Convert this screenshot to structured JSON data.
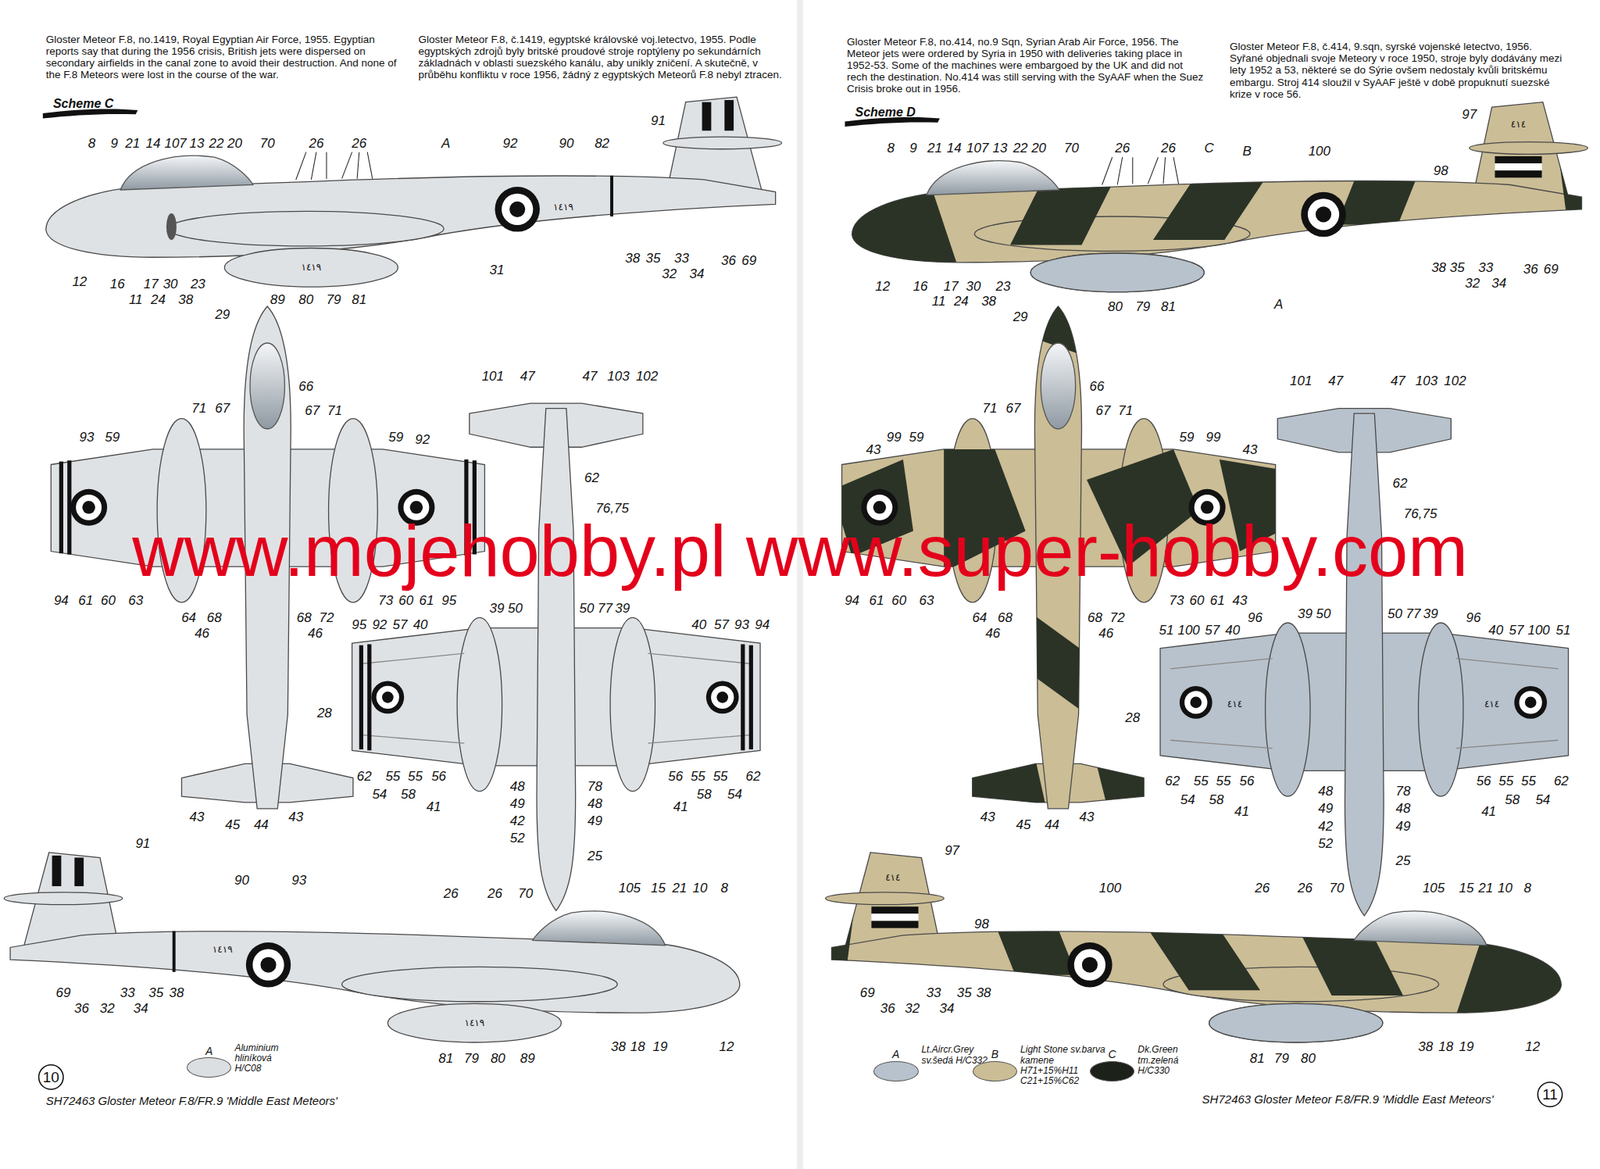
{
  "diagram": {
    "labels": [
      "Gloster Meteor F.8, no.1419, Royal Egyptian Air Force, 1955. Egyptian reports say that during the 1956 crisis, British jets were dispersed on secondary airfields in the canal zone to avoid their destruction. And none of the F.8 Meteors were lost in the course of the war.",
      "Gloster Meteor F.8, č.1419, egyptské královské voj.letectvo, 1955. Podle egyptských zdrojů byly britské proudové stroje roptýleny po sekundárních základnách v oblasti suezského kanálu, aby unikly zničení. A skutečně, v průběhu konfliktu v roce 1956, žádný z egyptských Meteorů F.8 nebyl ztracen.",
      "Scheme C",
      "Gloster Meteor F.8, no.414, no.9 Sqn, Syrian Arab Air Force, 1956. The Meteor jets were ordered by Syria in 1950 with deliveries taking place in 1952-53. Some of the machines were embargoed by the UK and did not rech the destination. No.414 was still serving with the SyAAF when the Suez Crisis broke out in 1956.",
      "Gloster Meteor F.8, č.414, 9.sqn, syrské vojenské letectvo, 1956. Syřané objednali svoje Meteory v roce 1950, stroje byly dodávány mezi lety 1952 a 53, některé se do Sýrie ovšem nedostaly kvůli britskému embargu. Stroj 414 sloužil v SyAAF ještě v době propuknutí suezské krize v roce 56.",
      "Scheme D",
      "www.mojehobby.pl www.super-hobby.com",
      "SH72463 Gloster Meteor F.8/FR.9 'Middle East Meteors'",
      "SH72463 Gloster Meteor F.8/FR.9 'Middle East Meteors'",
      "10",
      "11",
      "A",
      "A",
      "B",
      "C",
      "١٤١٩",
      "١٤١٩",
      "١٤١٩",
      "١٤١٩",
      "٤١٤",
      "٤١٤",
      "٤١٤",
      "٤١٤",
      "8",
      "9",
      "21",
      "14",
      "107",
      "13",
      "22",
      "20",
      "70",
      "26",
      "26",
      "A",
      "92",
      "90",
      "82",
      "91",
      "12",
      "16",
      "11",
      "17",
      "24",
      "30",
      "38",
      "23",
      "89",
      "80",
      "79",
      "81",
      "31",
      "38",
      "35",
      "33",
      "32",
      "34",
      "36",
      "69",
      "29",
      "66",
      "93",
      "59",
      "71",
      "67",
      "67",
      "71",
      "59",
      "92",
      "94",
      "61",
      "60",
      "63",
      "73",
      "60",
      "61",
      "95",
      "64",
      "68",
      "46",
      "68",
      "72",
      "46",
      "43",
      "45",
      "44",
      "43",
      "101",
      "47",
      "47",
      "103",
      "102",
      "62",
      "76,75",
      "39",
      "50",
      "50",
      "77",
      "39",
      "95",
      "92",
      "57",
      "40",
      "40",
      "57",
      "93",
      "94",
      "28",
      "62",
      "55",
      "55",
      "56",
      "54",
      "58",
      "56",
      "55",
      "55",
      "62",
      "58",
      "54",
      "41",
      "48",
      "49",
      "42",
      "52",
      "78",
      "48",
      "49",
      "41",
      "25",
      "91",
      "90",
      "93",
      "26",
      "26",
      "70",
      "105",
      "15",
      "21",
      "10",
      "8",
      "69",
      "36",
      "32",
      "33",
      "34",
      "35",
      "38",
      "81",
      "79",
      "80",
      "89",
      "38",
      "18",
      "19",
      "12",
      "8",
      "9",
      "21",
      "14",
      "107",
      "13",
      "22",
      "20",
      "70",
      "26",
      "26",
      "C",
      "B",
      "100",
      "97",
      "98",
      "12",
      "16",
      "17",
      "30",
      "23",
      "11",
      "24",
      "38",
      "80",
      "79",
      "81",
      "A",
      "38",
      "35",
      "33",
      "32",
      "34",
      "36",
      "69",
      "29",
      "66",
      "43",
      "99",
      "59",
      "71",
      "67",
      "67",
      "71",
      "59",
      "99",
      "43",
      "94",
      "61",
      "60",
      "63",
      "73",
      "60",
      "61",
      "43",
      "64",
      "68",
      "46",
      "68",
      "72",
      "46",
      "43",
      "45",
      "44",
      "43",
      "101",
      "47",
      "47",
      "103",
      "102",
      "62",
      "76,75",
      "39",
      "50",
      "50",
      "77",
      "39",
      "51",
      "100",
      "57",
      "40",
      "96",
      "96",
      "40",
      "57",
      "100",
      "51",
      "28",
      "62",
      "55",
      "55",
      "56",
      "54",
      "58",
      "56",
      "55",
      "55",
      "62",
      "58",
      "54",
      "41",
      "48",
      "49",
      "42",
      "52",
      "78",
      "48",
      "49",
      "41",
      "25",
      "97",
      "98",
      "100",
      "26",
      "26",
      "70",
      "105",
      "15",
      "21",
      "10",
      "8",
      "69",
      "36",
      "32",
      "33",
      "34",
      "35",
      "38",
      "81",
      "79",
      "80",
      "38",
      "18",
      "19",
      "12"
    ],
    "legend": [
      {
        "text": "Aluminium hliníková H/C08",
        "color": "#dcdfe2"
      },
      {
        "text": "Lt.Aircr.Grey sv.šedá H/C332",
        "color": "#b8c2cc"
      },
      {
        "text": "Light Stone sv.barva kamene H71+15%H11 C21+15%C62",
        "color": "#cbbd96"
      },
      {
        "text": "Dk.Green tm.zelená H/C330",
        "color": "#1c211a"
      }
    ]
  }
}
